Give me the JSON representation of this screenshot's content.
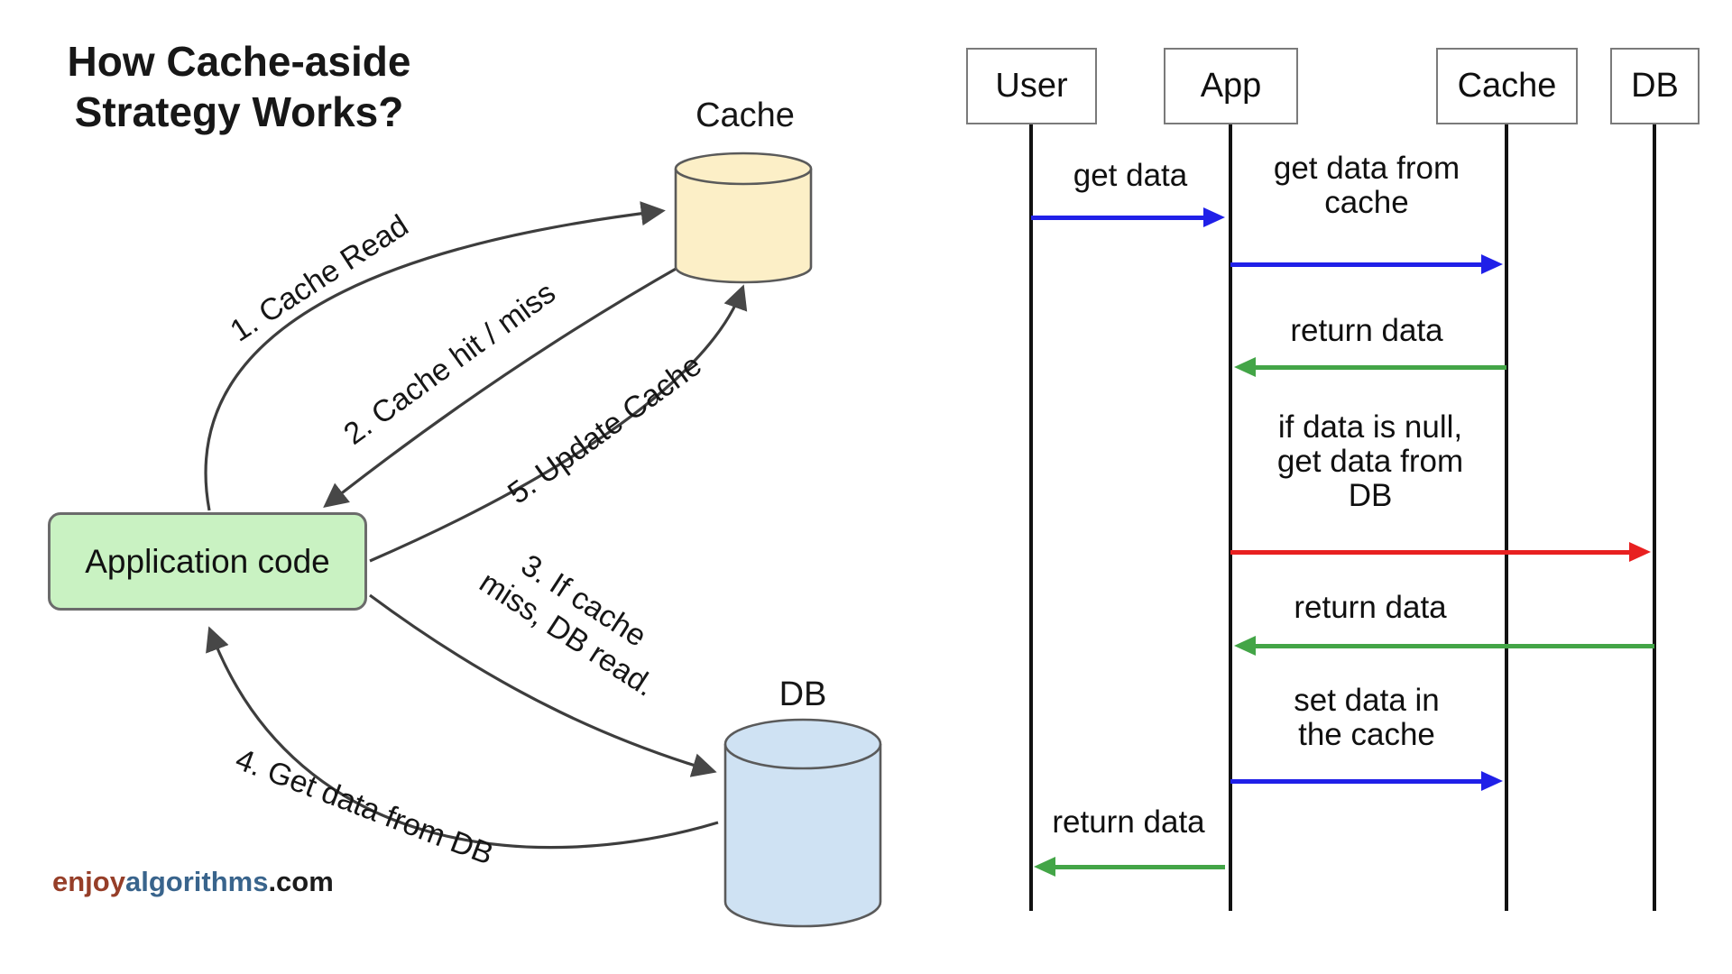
{
  "title": "How Cache-aside\nStrategy Works?",
  "watermark": {
    "part1": "enjoy",
    "part2": "algorithms",
    "part3": ".com"
  },
  "colors": {
    "app_box_fill": "#c9f2c2",
    "cache_cylinder_fill": "#fcefc7",
    "db_cylinder_fill": "#cfe2f3",
    "flow_arrow": "#3d3d3d",
    "msg_blue": "#2020e8",
    "msg_green": "#43a547",
    "msg_red": "#e82020",
    "watermark_enjoy": "#963e28",
    "watermark_algorithms": "#39648c",
    "watermark_com": "#1c1c1c"
  },
  "flow": {
    "nodes": {
      "app": "Application code",
      "cache": "Cache",
      "db": "DB"
    },
    "edges": [
      {
        "label": "1. Cache Read",
        "from": "Application code",
        "to": "Cache"
      },
      {
        "label": "2. Cache hit / miss",
        "from": "Cache",
        "to": "Application code"
      },
      {
        "label": "5. Update Cache",
        "from": "Application code",
        "to": "Cache"
      },
      {
        "label_lines": [
          "3. If cache",
          "miss, DB read."
        ],
        "from": "Application code",
        "to": "DB"
      },
      {
        "label": "4. Get data from DB",
        "from": "DB",
        "to": "Application code"
      }
    ]
  },
  "sequence": {
    "actors": [
      "User",
      "App",
      "Cache",
      "DB"
    ],
    "messages": [
      {
        "label": "get data",
        "from": "User",
        "to": "App",
        "color": "blue"
      },
      {
        "label": "get data from\ncache",
        "from": "App",
        "to": "Cache",
        "color": "blue"
      },
      {
        "label": "return data",
        "from": "Cache",
        "to": "App",
        "color": "green"
      },
      {
        "label": "if data is null,\nget data from\nDB",
        "from": "App",
        "to": "DB",
        "color": "red"
      },
      {
        "label": "return data",
        "from": "DB",
        "to": "App",
        "color": "green"
      },
      {
        "label": "set data in\nthe cache",
        "from": "App",
        "to": "Cache",
        "color": "blue"
      },
      {
        "label": "return data",
        "from": "App",
        "to": "User",
        "color": "green"
      }
    ]
  }
}
